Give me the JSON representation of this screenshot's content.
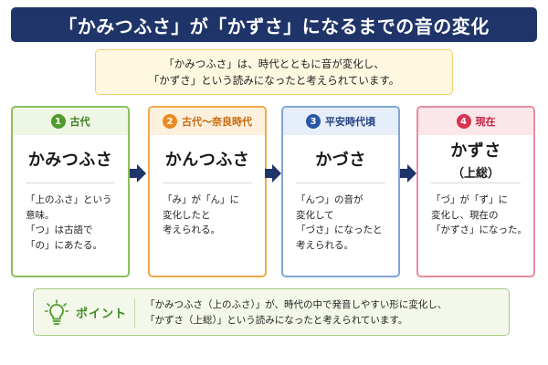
{
  "title": "「かみつふさ」が「かずさ」になるまでの音の変化",
  "intro": {
    "line1": "「かみつふさ」は、時代とともに音が変化し、",
    "line2": "「かずさ」という読みになったと考えられています。"
  },
  "stages": [
    {
      "number": "1",
      "era": "古代",
      "word": "かみつふさ",
      "desc": [
        "「上のふさ」という",
        "意味。",
        "「つ」は古語で",
        "「の」にあたる。"
      ]
    },
    {
      "number": "2",
      "era": "古代～奈良時代",
      "word": "かんつふさ",
      "desc": [
        "「み」が「ん」に",
        "変化したと",
        "考えられる。"
      ]
    },
    {
      "number": "3",
      "era": "平安時代頃",
      "word": "かづさ",
      "desc": [
        "「んつ」の音が",
        "変化して",
        "「づさ」になったと",
        "考えられる。"
      ]
    },
    {
      "number": "4",
      "era": "現在",
      "word": "かずさ",
      "word_sub": "（上総）",
      "desc": [
        "「づ」が「ず」に",
        "変化し、現在の",
        "「かずさ」になった。"
      ]
    }
  ],
  "point": {
    "label": "ポイント",
    "icon": "lightbulb-icon",
    "line1": "「かみつふさ（上のふさ）」が、時代の中で発音しやすい形に変化し、",
    "line2": "「かずさ（上総）」という読みになったと考えられています。"
  },
  "colors": {
    "title_bg": "#1f3569",
    "arrow": "#1f3569",
    "stage1": "#4f9b2d",
    "stage2": "#ea8a22",
    "stage3": "#2b55a6",
    "stage4": "#d8334f",
    "intro_bg": "#fff8e1",
    "point_bg": "#f3f8ea"
  }
}
